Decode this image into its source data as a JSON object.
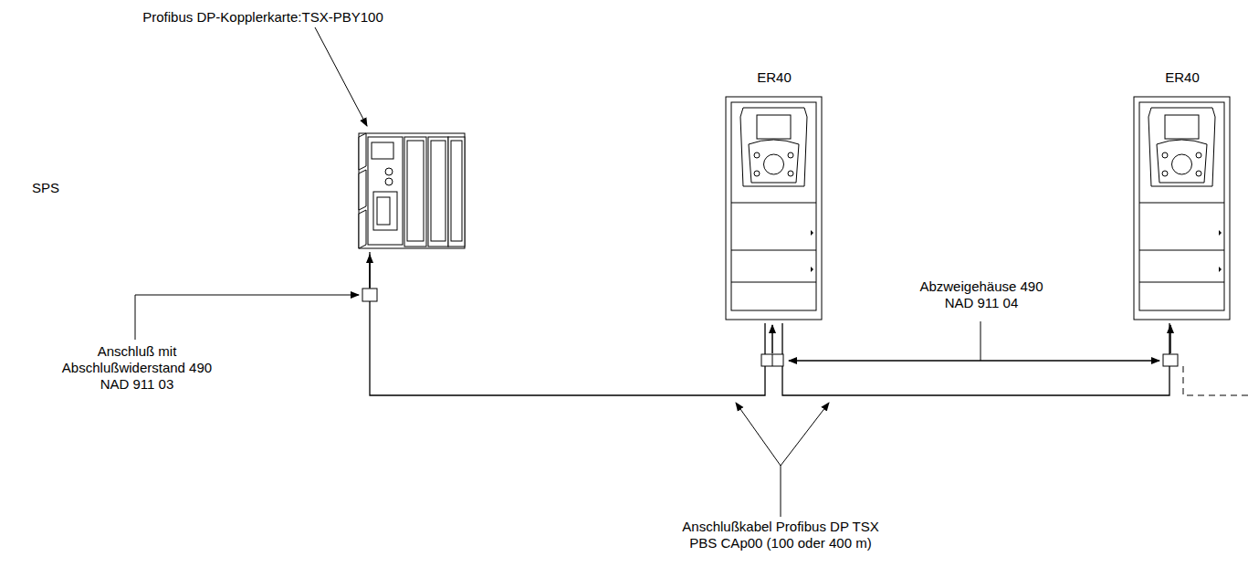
{
  "diagram": {
    "nodes": [
      {
        "text": [
          "SPS"
        ]
      },
      {
        "text": [
          "ER40"
        ]
      },
      {
        "text": [
          "ER40"
        ]
      }
    ],
    "edges": [
      {
        "from": 0,
        "to": 1,
        "arrow": "none"
      },
      {
        "from": 1,
        "to": 2,
        "arrow": "none"
      }
    ],
    "labels": [
      "Profibus DP-Kopplerkarte:TSX-PBY100",
      "Anschluß mit Abschlußwiderstand 490 NAD 911 03",
      "Abzweigehäuse 490 NAD 911 04",
      "Anschlußkabel Profibus DP TSX PBS CAp00 (100 oder 400 m)"
    ]
  }
}
